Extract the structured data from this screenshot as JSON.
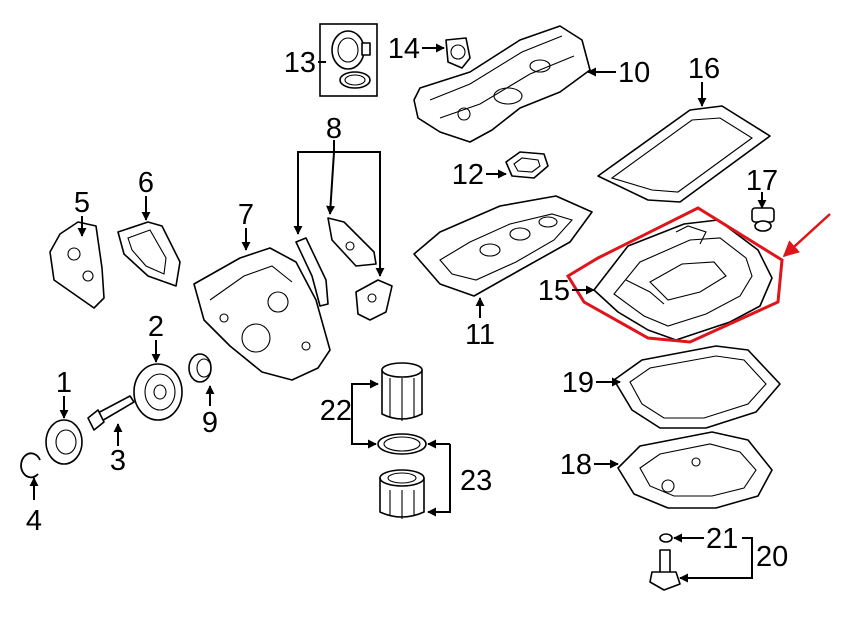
{
  "callouts": [
    {
      "id": "1",
      "label": "1"
    },
    {
      "id": "2",
      "label": "2"
    },
    {
      "id": "3",
      "label": "3"
    },
    {
      "id": "4",
      "label": "4"
    },
    {
      "id": "5",
      "label": "5"
    },
    {
      "id": "6",
      "label": "6"
    },
    {
      "id": "7",
      "label": "7"
    },
    {
      "id": "8",
      "label": "8"
    },
    {
      "id": "9",
      "label": "9"
    },
    {
      "id": "10",
      "label": "10"
    },
    {
      "id": "11",
      "label": "11"
    },
    {
      "id": "12",
      "label": "12"
    },
    {
      "id": "13",
      "label": "13"
    },
    {
      "id": "14",
      "label": "14"
    },
    {
      "id": "15",
      "label": "15"
    },
    {
      "id": "16",
      "label": "16"
    },
    {
      "id": "17",
      "label": "17"
    },
    {
      "id": "18",
      "label": "18"
    },
    {
      "id": "19",
      "label": "19"
    },
    {
      "id": "20",
      "label": "20"
    },
    {
      "id": "21",
      "label": "21"
    },
    {
      "id": "22",
      "label": "22"
    },
    {
      "id": "23",
      "label": "23"
    }
  ],
  "highlight": {
    "part": "15",
    "color": "#e0141b"
  }
}
